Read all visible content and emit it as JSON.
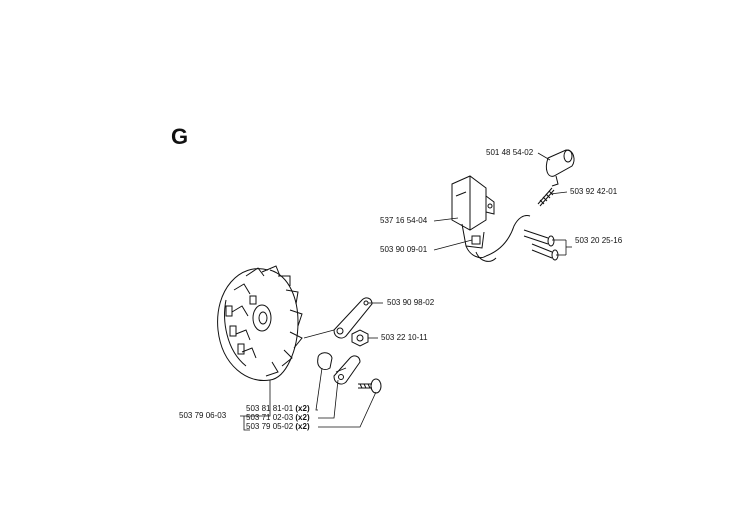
{
  "section": {
    "letter": "G"
  },
  "parts": {
    "spark_plug_cap": "501 48 54-02",
    "spring": "503 92 42-01",
    "ignition_module": "537 16 54-04",
    "screws": "503 20 25-16",
    "cable_clip": "503 90 09-01",
    "pawl_arm": "503 90 98-02",
    "flywheel_nut": "503 22 10-11",
    "flywheel": "503 79 06-03",
    "pawl_spring": "503 81 81-01",
    "pawl_spring_qty": "(x2)",
    "pawl": "503 71 02-03",
    "pawl_qty": "(x2)",
    "pawl_bolt": "503 79 05-02",
    "pawl_bolt_qty": "(x2)"
  },
  "colors": {
    "ink": "#111111",
    "paper": "#ffffff"
  }
}
